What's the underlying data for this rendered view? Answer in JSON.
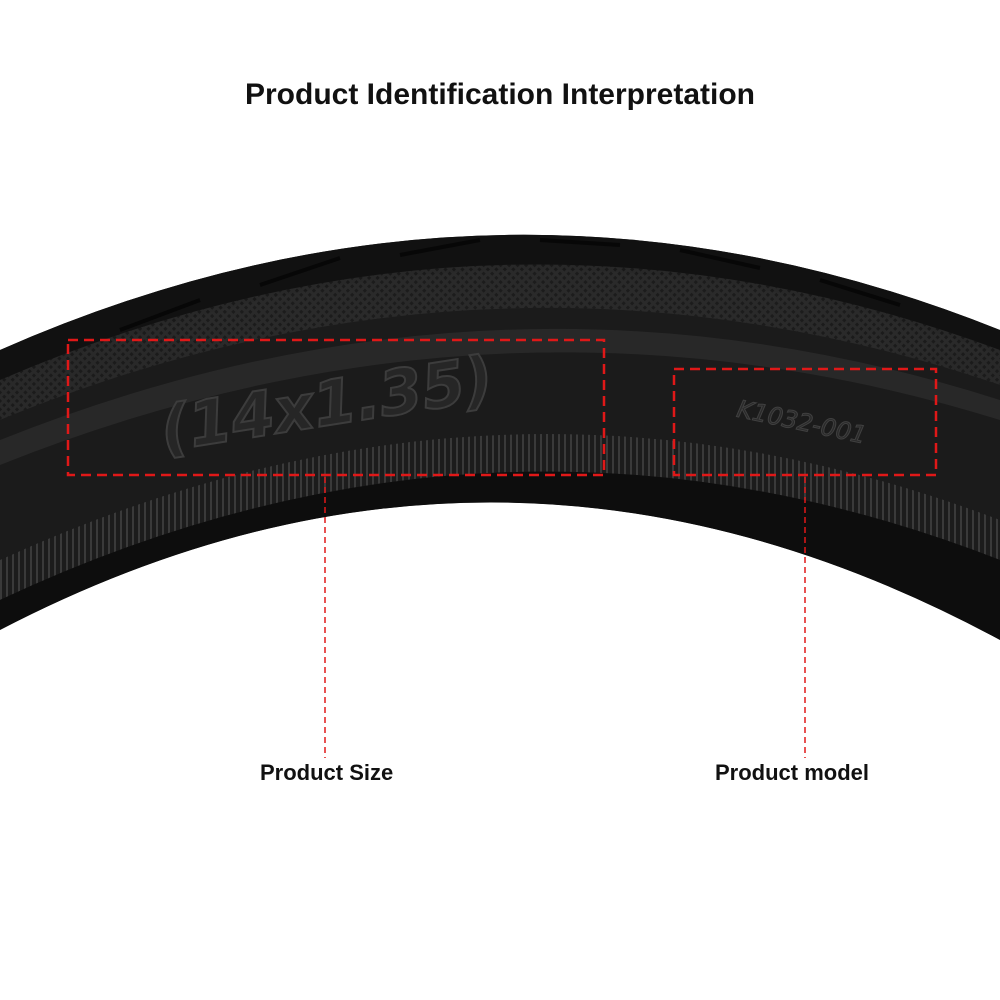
{
  "title": "Product Identification Interpretation",
  "tire": {
    "size_marking": "(14x1.35)",
    "model_marking": "K1032-001"
  },
  "callouts": {
    "size_label": "Product Size",
    "model_label": "Product model"
  },
  "colors": {
    "background": "#ffffff",
    "tire": "#151515",
    "highlight": "#e01818"
  }
}
